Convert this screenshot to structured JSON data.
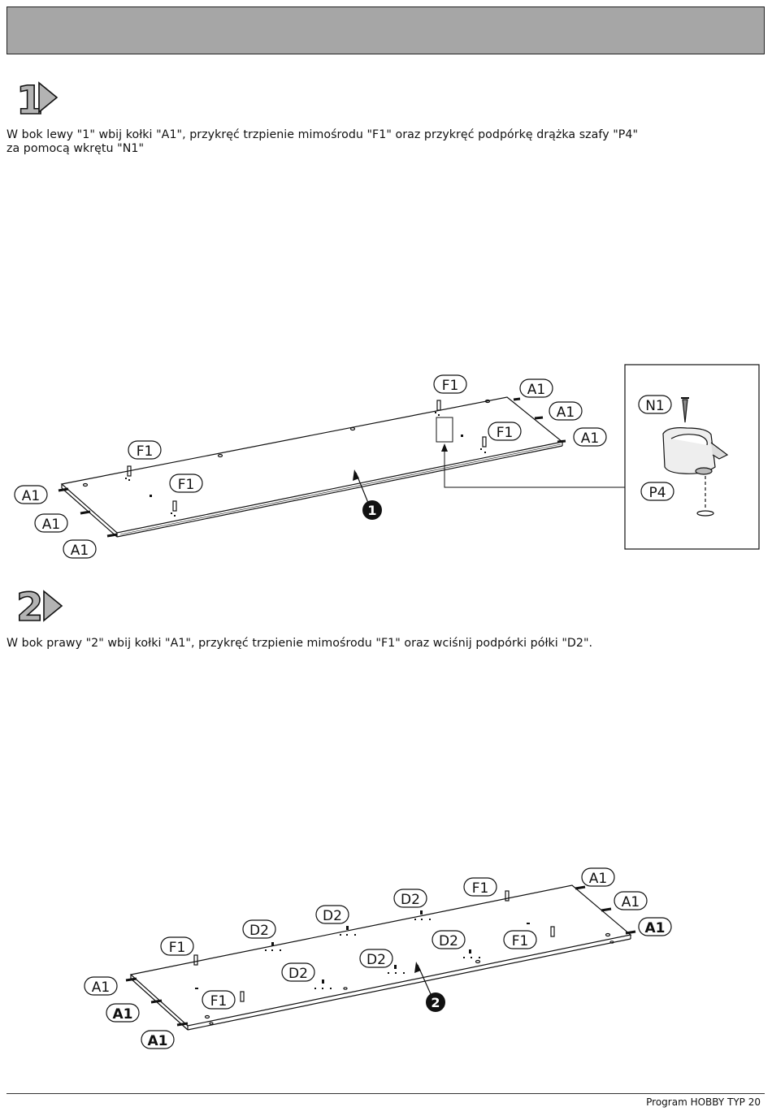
{
  "steps": [
    {
      "number": "1",
      "text_line1": "W bok lewy \"1\" wbij kołki \"A1\", przykręć trzpienie mimośrodu \"F1\" oraz przykręć podpórkę drążka szafy \"P4\"",
      "text_line2": "za pomocą wkrętu \"N1\"",
      "panel_number": "1",
      "labels": {
        "A1": "A1",
        "F1": "F1",
        "N1": "N1",
        "P4": "P4"
      }
    },
    {
      "number": "2",
      "text_line1": "W bok prawy \"2\" wbij kołki \"A1\", przykręć trzpienie mimośrodu \"F1\" oraz wciśnij podpórki półki \"D2\".",
      "panel_number": "2",
      "labels": {
        "A1": "A1",
        "F1": "F1",
        "D2": "D2"
      }
    }
  ],
  "footer": "Program HOBBY TYP 20",
  "colors": {
    "header_bar": "#a6a6a6",
    "badge_fill": "#b3b3b3",
    "line": "#111111"
  }
}
